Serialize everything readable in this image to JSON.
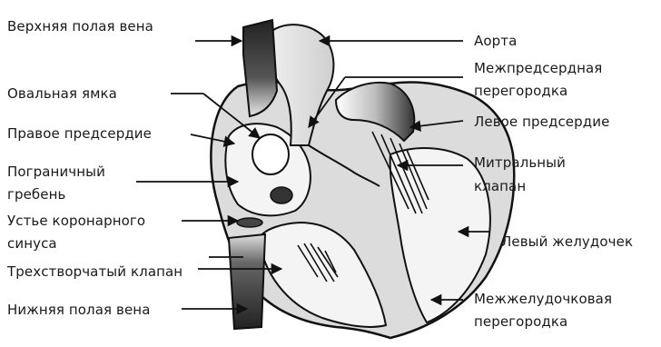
{
  "labels": {
    "svc": "Верхняя полая вена",
    "fossa": "Овальная ямка",
    "right_atrium": "Правое предсердие",
    "crista_line1": "Пограничный",
    "crista_line2": "гребень",
    "coronary_line1": "Устье коронарного",
    "coronary_line2": "синуса",
    "tricuspid": "Трехстворчатый клапан",
    "ivc": "Нижняя полая вена",
    "aorta": "Аорта",
    "septum_line1": "Межпредсердная",
    "septum_line2": "перегородка",
    "left_atrium": "Левое предсердие",
    "mitral_line1": "Митральный",
    "mitral_line2": "клапан",
    "left_ventricle": "Левый желудочек",
    "vseptum_line1": "Межжелудочковая",
    "vseptum_line2": "перегородка"
  },
  "colors": {
    "outline": "#111111",
    "fill_light": "#dcdcdc",
    "vein_dark": "#3c3c3c",
    "background": "#ffffff"
  }
}
